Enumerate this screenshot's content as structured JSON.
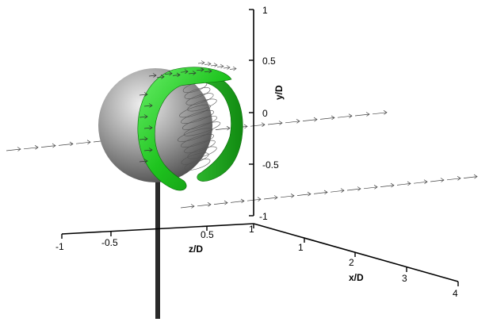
{
  "figure": {
    "axes": {
      "y": {
        "label": "y/D",
        "ticks": [
          "1",
          "0.5",
          "0",
          "-0.5",
          "-1"
        ]
      },
      "z": {
        "label": "z/D",
        "ticks": [
          "-1",
          "-0.5",
          "0.5",
          "1"
        ]
      },
      "x": {
        "label": "x/D",
        "ticks": [
          "1",
          "2",
          "3",
          "4"
        ]
      }
    },
    "colors": {
      "sphere": "#9a9a9a",
      "vortex_ring": "#1fc41f",
      "support_rod": "#2a2a2a",
      "axes": "#000000"
    }
  }
}
